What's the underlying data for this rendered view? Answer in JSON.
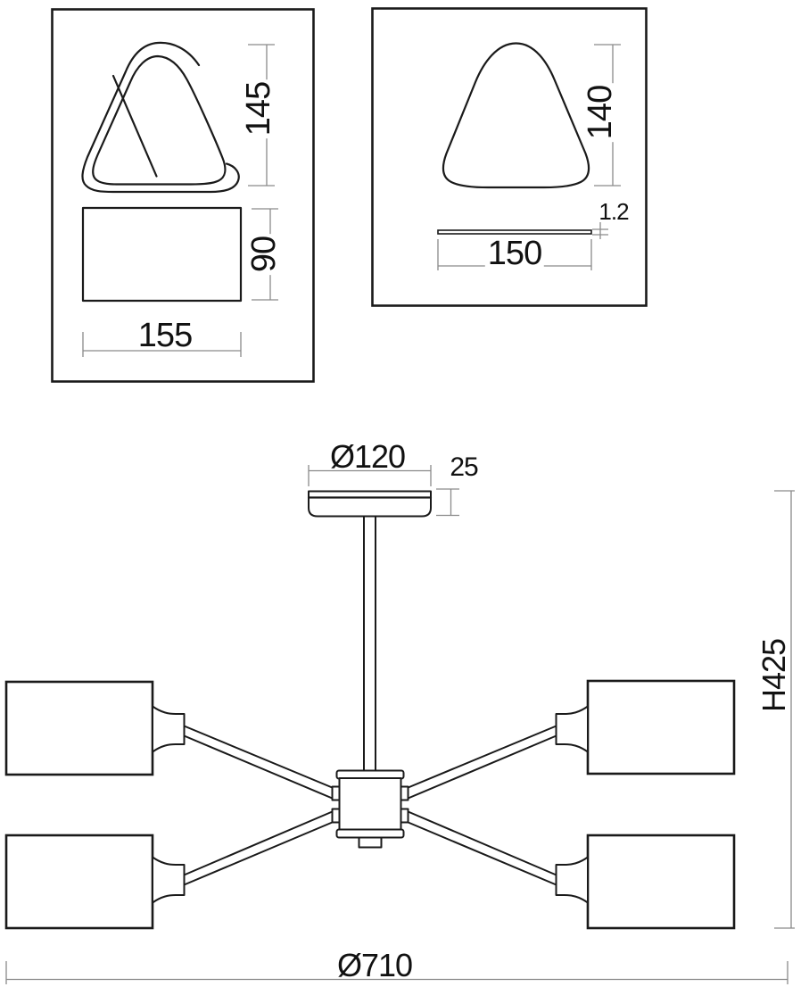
{
  "colors": {
    "object_line": "#1a1a1a",
    "dimension_line": "#8a8a8a",
    "text": "#111111",
    "background": "#ffffff"
  },
  "detail_left": {
    "shade_height": "145",
    "body_height": "90",
    "body_width": "155"
  },
  "detail_right": {
    "shade_height": "140",
    "sheet_thickness": "1.2",
    "sheet_width": "150"
  },
  "front_view": {
    "canopy_diameter": "Ø120",
    "canopy_height": "25",
    "fixture_height": "H425",
    "fixture_diameter": "Ø710"
  }
}
